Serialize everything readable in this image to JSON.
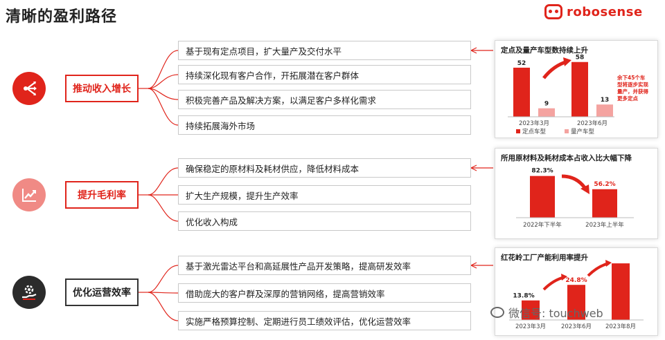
{
  "title": "清晰的盈利路径",
  "logo": {
    "text": "robosense"
  },
  "categories": [
    {
      "label": "推动收入增长",
      "icon": "fan-out-arrows-icon",
      "items": [
        "基于现有定点项目，扩大量产及交付水平",
        "持续深化现有客户合作，开拓展潜在客户群体",
        "积极完善产品及解决方案，以满足客户多样化需求",
        "持续拓展海外市场"
      ]
    },
    {
      "label": "提升毛利率",
      "icon": "trend-up-chart-icon",
      "items": [
        "确保稳定的原材料及耗材供应，降低材料成本",
        "扩大生产规模，提升生产效率",
        "优化收入构成"
      ]
    },
    {
      "label": "优化运营效率",
      "icon": "gear-hand-icon",
      "items": [
        "基于激光雷达平台和高延展性产品开发策略，提高研发效率",
        "借助庞大的客户群及深厚的营销网络，提高营销效率",
        "实施严格预算控制、定期进行员工绩效评估，优化运营效率"
      ]
    }
  ],
  "chart_data": [
    {
      "type": "bar",
      "title": "定点及量产车型数持续上升",
      "categories": [
        "2023年3月",
        "2023年6月"
      ],
      "series": [
        {
          "name": "定点车型",
          "values": [
            52,
            58
          ],
          "color": "#e0241b"
        },
        {
          "name": "量产车型",
          "values": [
            9,
            13
          ],
          "color": "#f4a3a0"
        }
      ],
      "annotation": "余下45个车型将逐步实现量产，并获得更多定点",
      "ylim": [
        0,
        60
      ]
    },
    {
      "type": "bar",
      "title": "所用原材料及耗材成本占收入比大幅下降",
      "categories": [
        "2022年下半年",
        "2023年上半年"
      ],
      "values": [
        82.3,
        56.2
      ],
      "labels": [
        "82.3%",
        "56.2%"
      ],
      "color": "#e0241b",
      "ylim": [
        0,
        90
      ]
    },
    {
      "type": "bar",
      "title": "红花岭工厂产能利用率提升",
      "categories": [
        "2023年3月",
        "2023年6月",
        "2023年8月"
      ],
      "values": [
        13.8,
        24.8,
        40
      ],
      "labels": [
        "13.8%",
        "24.8%",
        ""
      ],
      "color": "#e0241b",
      "ylim": [
        0,
        42
      ]
    }
  ],
  "watermark": "微信号: touchweb",
  "colors": {
    "accent": "#e0241b",
    "accent_light": "#f4a3a0",
    "dark": "#2b2b2b"
  }
}
